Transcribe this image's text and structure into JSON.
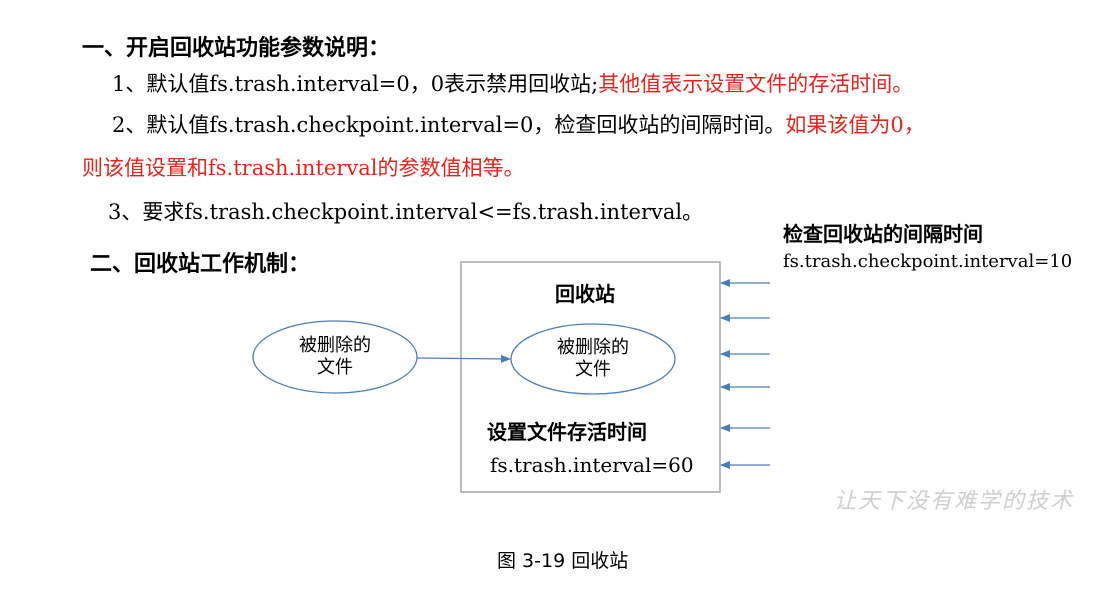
{
  "section1": {
    "heading": "一、开启回收站功能参数说明：",
    "item1_prefix": "1、默认值fs.trash.interval=0，0表示禁用回收站;",
    "item1_red": "其他值表示设置文件的存活时间。",
    "item2_prefix": "2、默认值fs.trash.checkpoint.interval=0，检查回收站的间隔时间。",
    "item2_red_a": "如果该值为0，",
    "item2_red_b": "则该值设置和fs.trash.interval的参数值相等。",
    "item3": "3、要求fs.trash.checkpoint.interval<=fs.trash.interval。"
  },
  "section2": {
    "heading": "二、回收站工作机制："
  },
  "diagram": {
    "box_title": "回收站",
    "deleted_file_outside_line1": "被删除的",
    "deleted_file_outside_line2": "文件",
    "deleted_file_inside_line1": "被删除的",
    "deleted_file_inside_line2": "文件",
    "retention_label": "设置文件存活时间",
    "retention_value": "fs.trash.interval=60",
    "checkpoint_label": "检查回收站的间隔时间",
    "checkpoint_value": "fs.trash.checkpoint.interval=10",
    "arrow_color": "#4a7ebb",
    "ellipse_color": "#4a7ebb",
    "box_border_color": "#a6a6a6"
  },
  "watermark": "让天下没有难学的技术",
  "caption": "图 3-19  回收站",
  "colors": {
    "accent_red": "#e8231c"
  }
}
